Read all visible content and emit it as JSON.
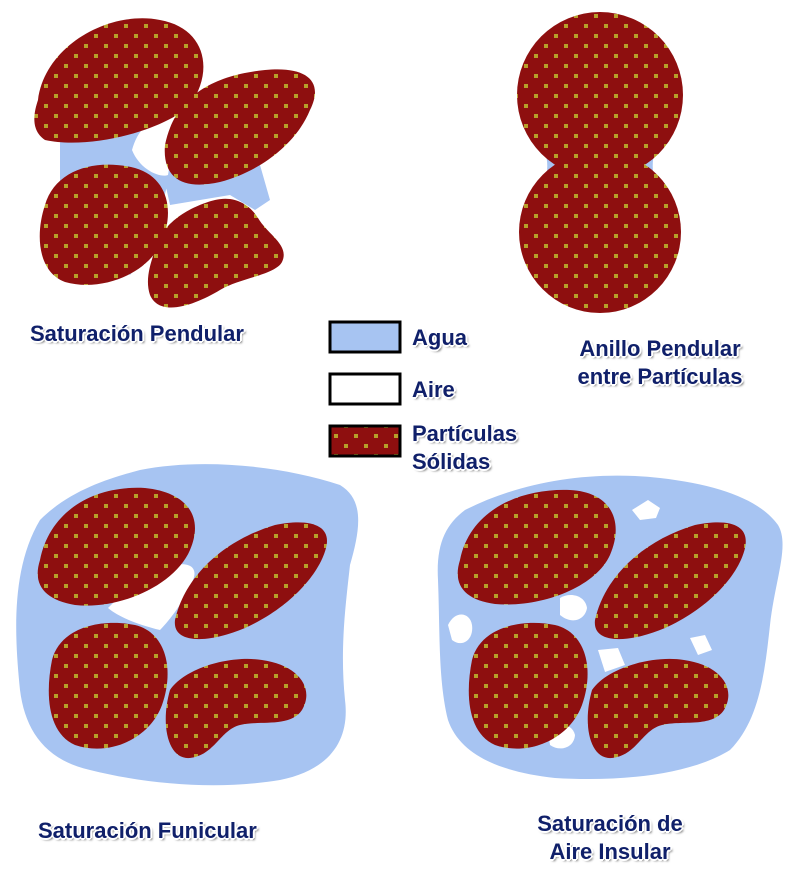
{
  "colors": {
    "agua": "#a7c4f2",
    "aire": "#ffffff",
    "particula": "#8e0f0f",
    "dots": "#b79f2a",
    "outline": "#000000",
    "label_text": "#10206a"
  },
  "labels": {
    "pendular": "Saturación Pendular",
    "anillo_line1": "Anillo Pendular",
    "anillo_line2": "entre Partículas",
    "funicular": "Saturación Funicular",
    "insular_line1": "Saturación de",
    "insular_line2": "Aire Insular"
  },
  "legend": {
    "agua": "Agua",
    "aire": "Aire",
    "particulas_line1": "Partículas",
    "particulas_line2": "Sólidas"
  }
}
